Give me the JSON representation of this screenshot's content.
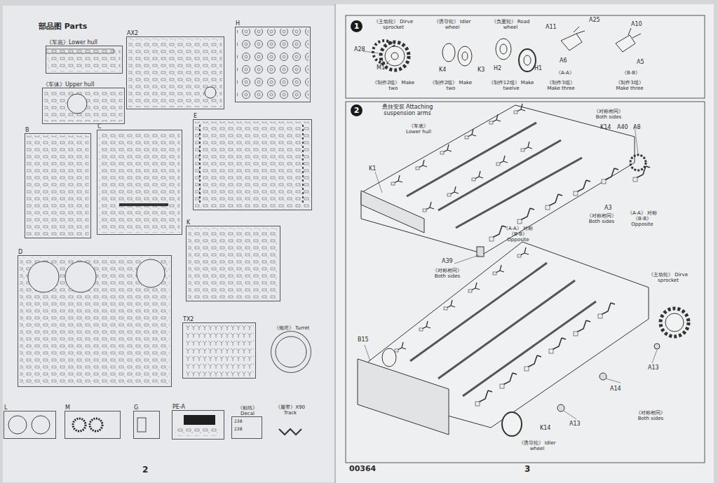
{
  "diagram": {
    "nodes": [
      {
        "text": [
          "《车底》Lower hull"
        ]
      },
      {
        "text": [
          "《车体》Upper hull"
        ]
      },
      {
        "text": [
          "AX2"
        ]
      },
      {
        "text": [
          "H"
        ]
      },
      {
        "text": [
          "B"
        ]
      },
      {
        "text": [
          "C"
        ]
      },
      {
        "text": [
          "E"
        ]
      },
      {
        "text": [
          "D"
        ]
      },
      {
        "text": [
          "K"
        ]
      },
      {
        "text": [
          "TX2"
        ]
      },
      {
        "text": [
          "《炮塔》 Turret"
        ]
      },
      {
        "text": [
          "L"
        ]
      },
      {
        "text": [
          "M"
        ]
      },
      {
        "text": [
          "G"
        ]
      },
      {
        "text": [
          "PE-A"
        ]
      },
      {
        "text": [
          "《贴纸》 Decal"
        ]
      },
      {
        "text": [
          "《履带》X90 Track"
        ]
      },
      {
        "text": [
          "1"
        ]
      },
      {
        "text": [
          "2"
        ]
      }
    ],
    "labels": [
      "部品图 Parts",
      "238",
      "238",
      "2",
      "《主动轮》 Dirve sprocket",
      "A28",
      "M1",
      "《诱导轮》 Idler wheel",
      "K4",
      "K3",
      "《制作2组》 Make two",
      "《制作2组》 Make two",
      "《负重轮》 Road wheel",
      "H2",
      "H1",
      "《制作12组》 Make twelve",
      "A11",
      "A25",
      "A10",
      "A6",
      "A5",
      "《A-A》",
      "《B-B》",
      "《制作3组》 Make three",
      "《制作3组》 Make three",
      "悬挂安装 Attaching suspension arms",
      "《车底》 Lower hull",
      "K1",
      "K14",
      "A40",
      "A8",
      "《对称相同》 Both sides",
      "A3",
      "《对称相同》 Both sides",
      "《A-A》 对称《B-B》 Opposite",
      "《A-A》 对称《B-B》 Opposite",
      "A39",
      "《对称相同》 Both sides",
      "《主动轮》 Dirve sprocket",
      "B15",
      "A13",
      "A14",
      "A13",
      "K14",
      "《诱导轮》 Idler wheel",
      "《对称相同》 Both sides",
      "00364",
      "3"
    ]
  }
}
